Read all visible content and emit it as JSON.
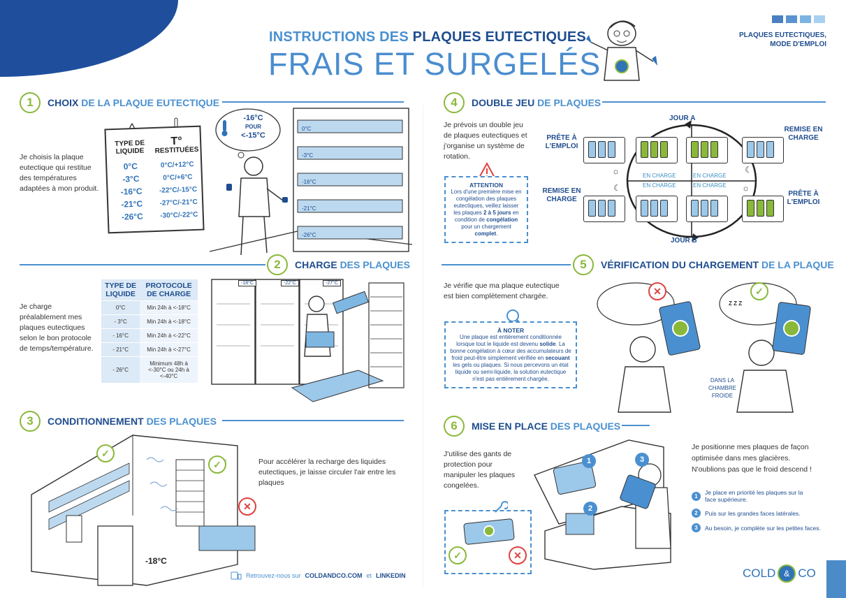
{
  "header": {
    "title_part1": "INSTRUCTIONS DES",
    "title_part2": "PLAQUES EUTECTIQUES",
    "title_big": "FRAIS ET SURGELÉS",
    "guide_line1": "PLAQUES EUTECTIQUES,",
    "guide_line2": "MODE D'EMPLOI",
    "square_colors": [
      "#4a80c2",
      "#5b93d0",
      "#7bb3e2",
      "#a9d0f0"
    ]
  },
  "section1": {
    "num": "1",
    "title_a": "CHOIX",
    "title_b": "DE LA PLAQUE EUTECTIQUE",
    "text": "Je choisis la plaque eutectique qui restitue des températures adaptées à mon produit.",
    "table_head_left": "TYPE DE LIQUIDE",
    "table_head_right_symbol": "T°",
    "table_head_right": "RESTITUÉES",
    "rows": [
      {
        "liquid": "0°C",
        "restituted": "0°C/+12°C"
      },
      {
        "liquid": "-3°C",
        "restituted": "0°C/+6°C"
      },
      {
        "liquid": "-16°C",
        "restituted": "-22°C/-15°C"
      },
      {
        "liquid": "-21°C",
        "restituted": "-27°C/-21°C"
      },
      {
        "liquid": "-26°C",
        "restituted": "-30°C/-22°C"
      }
    ],
    "bubble_temp1": "-16°C",
    "bubble_pour": "POUR",
    "bubble_temp2": "<-15°C",
    "shelf_labels": [
      "0°C",
      "-3°C",
      "-16°C",
      "-21°C",
      "-26°C"
    ]
  },
  "section2": {
    "num": "2",
    "title_a": "CHARGE",
    "title_b": "DES PLAQUES",
    "text": "Je charge préalablement mes plaques eutectiques selon le bon protocole de temps/température.",
    "col1": "TYPE DE LIQUIDE",
    "col2": "PROTOCOLE DE CHARGE",
    "rows": [
      {
        "liquid": "0°C",
        "protocol": "Min 24h à <-18°C"
      },
      {
        "liquid": "- 3°C",
        "protocol": "Min 24h à <-18°C"
      },
      {
        "liquid": "- 16°C",
        "protocol": "Min 24h à <-22°C"
      },
      {
        "liquid": "- 21°C",
        "protocol": "Min 24h à <-27°C"
      },
      {
        "liquid": "- 26°C",
        "protocol": "Minimum 48h à <-30°C ou 24h à <-40°C"
      }
    ],
    "freezer_labels": [
      "-18°C",
      "-22°C",
      "-27°C"
    ]
  },
  "section3": {
    "num": "3",
    "title_a": "CONDITIONNEMENT",
    "title_b": "DES PLAQUES",
    "text": "Pour accélérer la recharge des liquides eutectiques, je laisse circuler l'air entre les plaques",
    "door_temp": "-18°C",
    "footer_prefix": "Retrouvez-nous sur",
    "footer_site": "COLDANDCO.COM",
    "footer_and": "et",
    "footer_social": "LINKEDIN"
  },
  "section4": {
    "num": "4",
    "title_a": "DOUBLE JEU",
    "title_b": "DE PLAQUES",
    "text": "Je prévois un double jeu de plaques eutectiques et j'organise un système de rotation.",
    "attention_title": "ATTENTION",
    "attention_text1": "Lors d'une première mise en congélation des plaques eutectiques, veillez laisser les plaques",
    "attention_bold1": "2 à 5 jours",
    "attention_text2": "en condition de",
    "attention_bold2": "congélation",
    "attention_text3": "pour un chargement",
    "attention_bold3": "complet",
    "jour_a": "JOUR A",
    "jour_b": "JOUR B",
    "prete1": "PRÊTE À L'EMPLOI",
    "remise1": "REMISE EN CHARGE",
    "remise2": "REMISE EN CHARGE",
    "prete2": "PRÊTE À L'EMPLOI",
    "en_charge": "EN CHARGE"
  },
  "section5": {
    "num": "5",
    "title_a": "VÉRIFICATION DU CHARGEMENT",
    "title_b": "DE LA PLAQUE",
    "text": "Je vérifie que ma plaque eutectique est bien complètement chargée.",
    "note_title": "À NOTER",
    "note_text1": "Une plaque est entièrement conditionnée lorsque tout le liquide est devenu",
    "note_bold1": "solide",
    "note_text2": "La bonne congélation à cœur des accumulateurs de froid peut-être simplement vérifiée en",
    "note_bold2": "secouant",
    "note_text3": "les gels ou plaques. Si nous percevons un état liquide ou semi-liquide, la solution eutectique n'est pas entièrement chargée.",
    "chamber_label": "DANS LA CHAMBRE FROIDE",
    "sleep": "Z Z Z"
  },
  "section6": {
    "num": "6",
    "title_a": "MISE EN PLACE",
    "title_b": "DES PLAQUES",
    "text_left": "J'utilise des gants de protection pour manipuler les plaques congelées.",
    "text_right1": "Je positionne mes plaques de façon optimisée dans mes glacières.",
    "text_right2": "N'oublions pas que le froid descend !",
    "steps": [
      {
        "n": "1",
        "text": "Je place en priorité les plaques sur la face supérieure."
      },
      {
        "n": "2",
        "text": "Puis sur les grandes faces latérales."
      },
      {
        "n": "3",
        "text": "Au besoin, je complète sur les petites faces."
      }
    ]
  },
  "brand": {
    "left": "COLD",
    "mid": "&",
    "right": "CO"
  }
}
